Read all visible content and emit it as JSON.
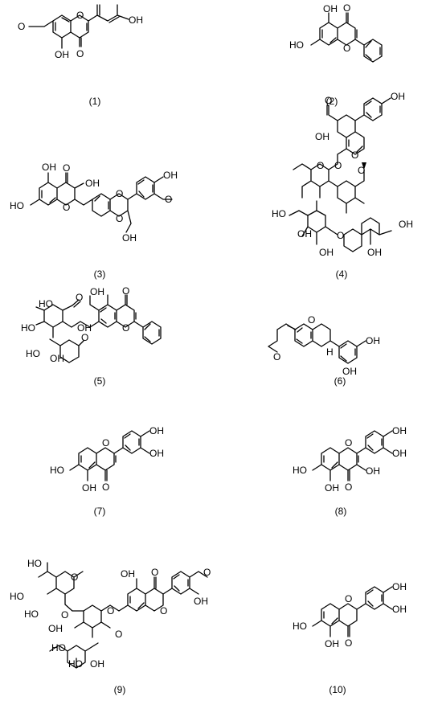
{
  "figure": {
    "background": "#ffffff",
    "ink": "#000000"
  },
  "atom_labels": {
    "oh": "OH",
    "ho": "HO",
    "o": "O",
    "h": "H"
  },
  "compounds": [
    {
      "id": "c1",
      "caption": "(1)"
    },
    {
      "id": "c2",
      "caption": "(2)"
    },
    {
      "id": "c3",
      "caption": "(3)"
    },
    {
      "id": "c4",
      "caption": "(4)"
    },
    {
      "id": "c5",
      "caption": "(5)"
    },
    {
      "id": "c6",
      "caption": "(6)"
    },
    {
      "id": "c7",
      "caption": "(7)"
    },
    {
      "id": "c8",
      "caption": "(8)"
    },
    {
      "id": "c9",
      "caption": "(9)"
    },
    {
      "id": "c10",
      "caption": "(10)"
    }
  ]
}
